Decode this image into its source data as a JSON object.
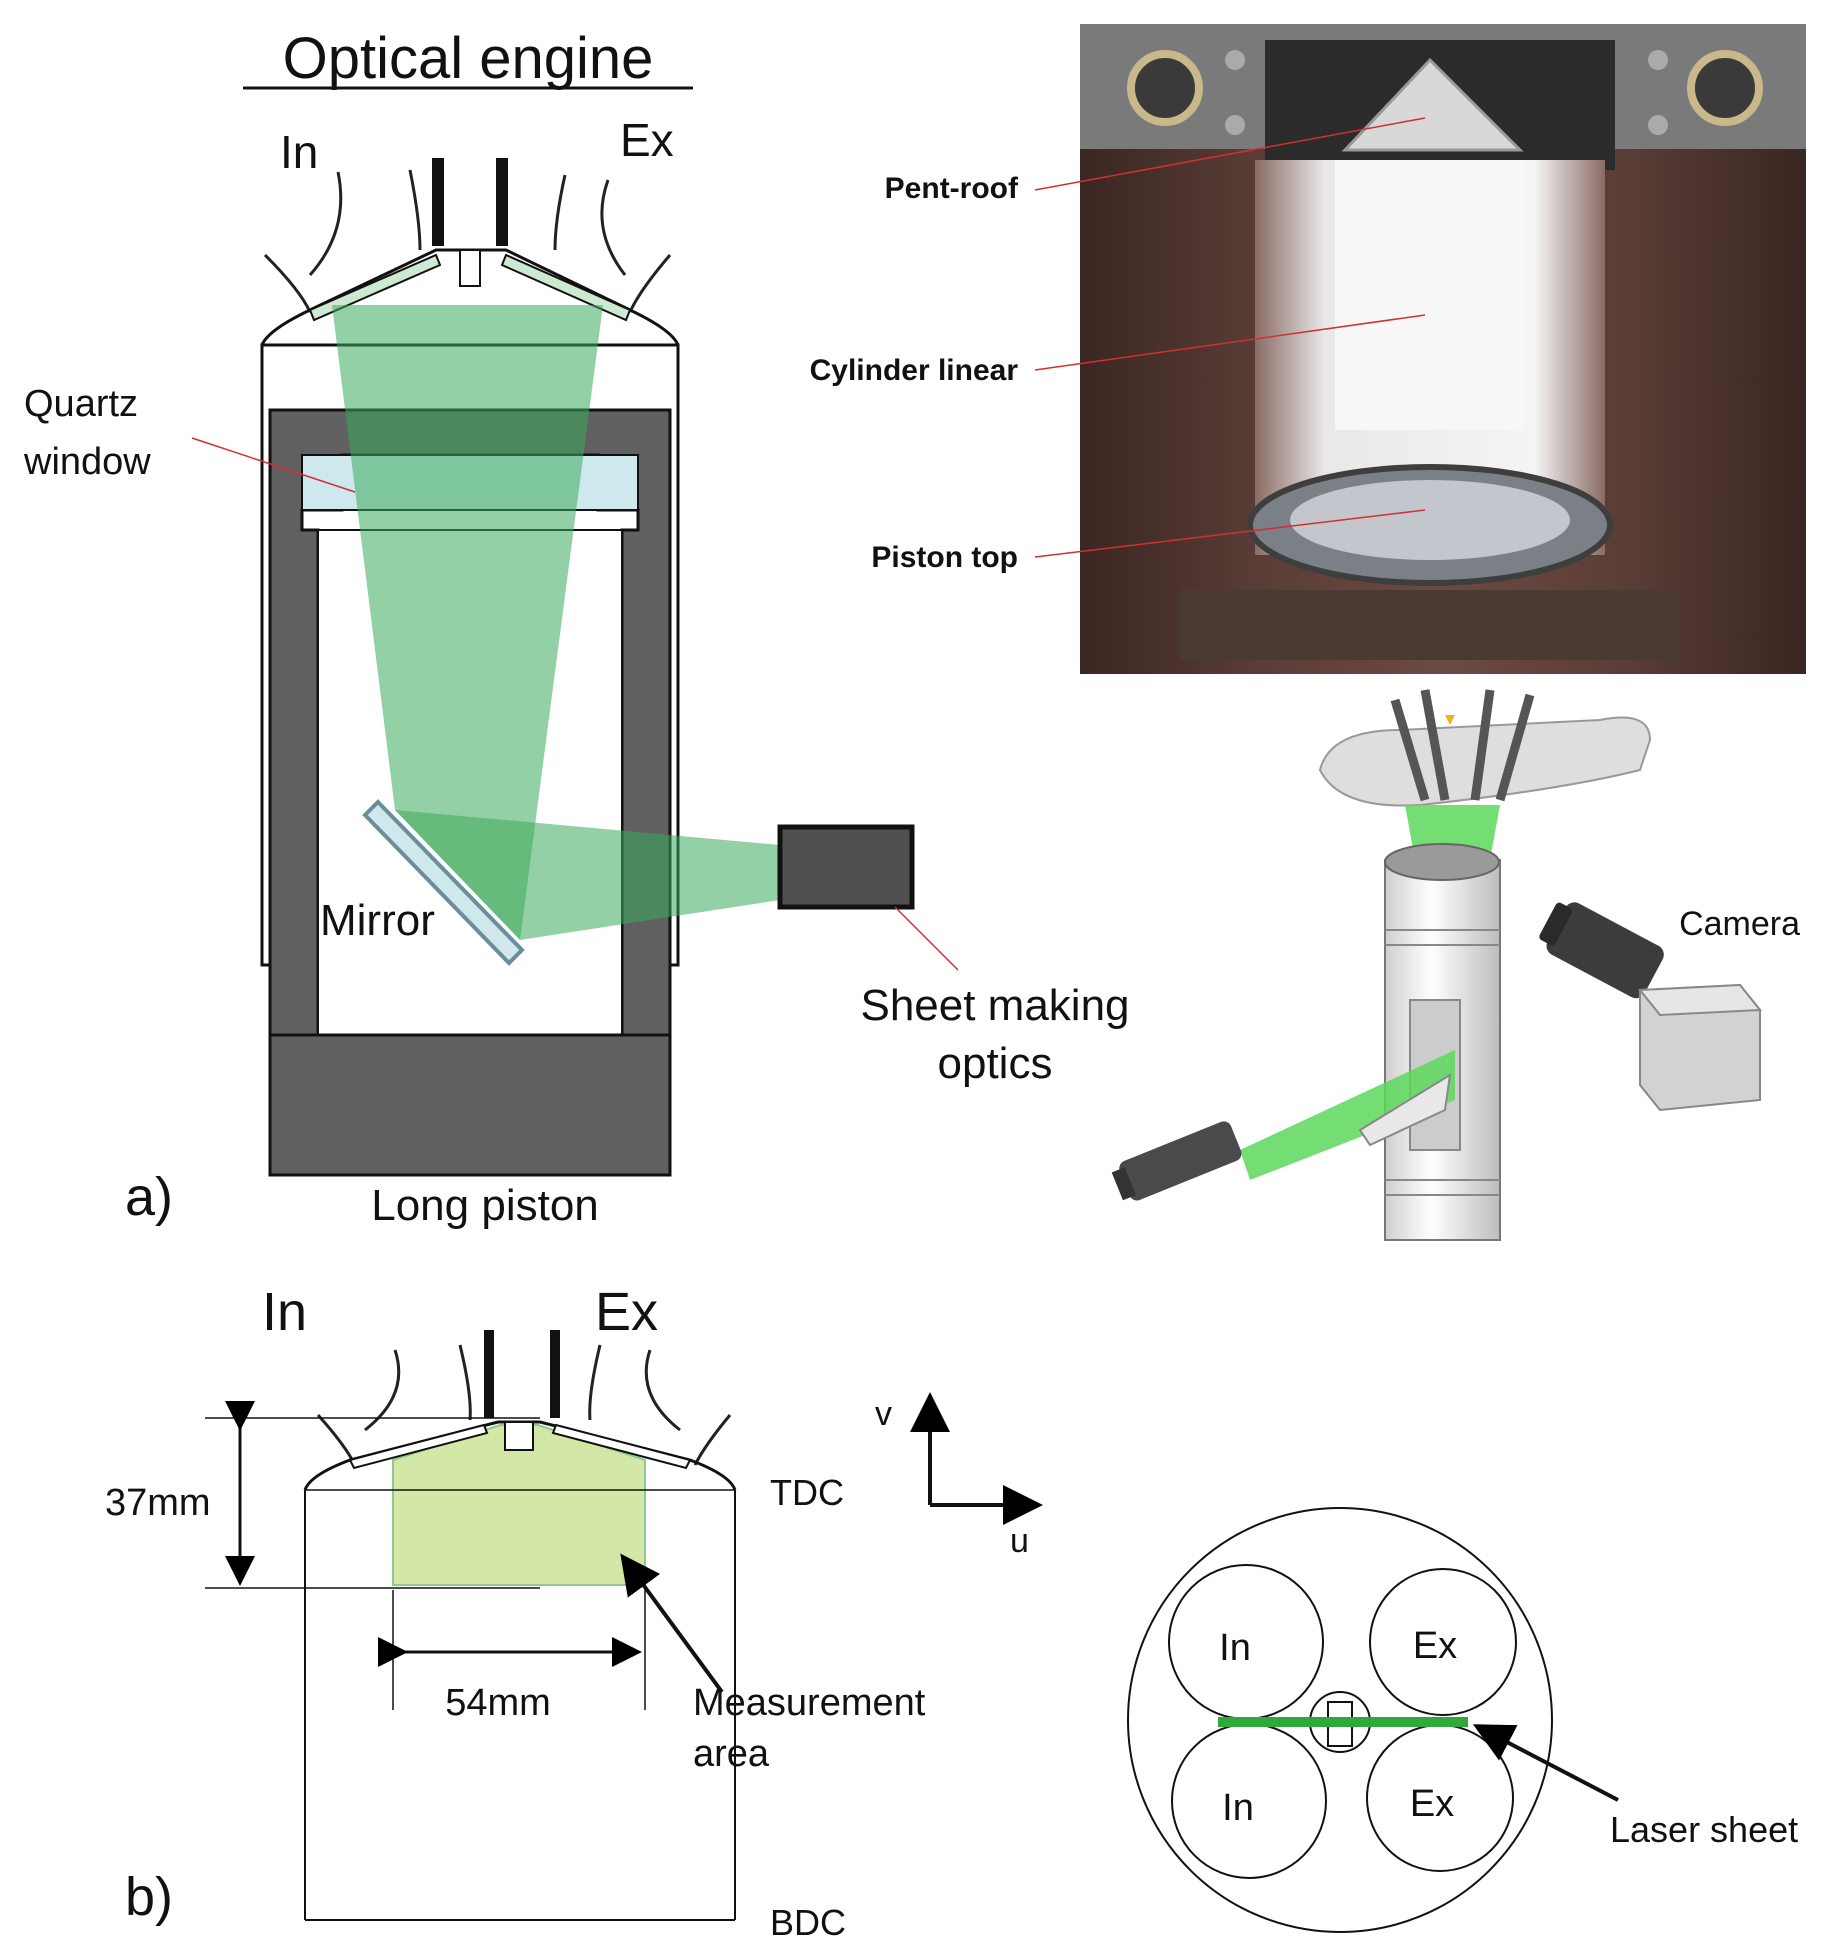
{
  "panel_a": {
    "title": "Optical engine",
    "panel_label": "a)",
    "intake_label": "In",
    "exhaust_label": "Ex",
    "quartz_line1": "Quartz",
    "quartz_line2": "window",
    "mirror_label": "Mirror",
    "piston_label": "Long piston",
    "optics_line1": "Sheet making",
    "optics_line2": "optics"
  },
  "photo": {
    "pent_roof": "Pent-roof",
    "cylinder": "Cylinder linear",
    "piston_top": "Piston top"
  },
  "render3d": {
    "camera": "Camera"
  },
  "panel_b": {
    "panel_label": "b)",
    "intake_label": "In",
    "exhaust_label": "Ex",
    "height_dim": "37mm",
    "width_dim": "54mm",
    "tdc": "TDC",
    "bdc": "BDC",
    "axis_v": "v",
    "axis_u": "u",
    "measure_line1": "Measurement",
    "measure_line2": "area"
  },
  "topview": {
    "in1": "In",
    "ex1": "Ex",
    "in2": "In",
    "ex2": "Ex",
    "laser": "Laser sheet"
  },
  "colors": {
    "beam": "#7dd394",
    "beam_dark": "#3daa5b",
    "metal": "#606060",
    "quartz": "#cfe8ee",
    "measure_fill": "#d3e7a6",
    "laser_line": "#2faa3a"
  }
}
